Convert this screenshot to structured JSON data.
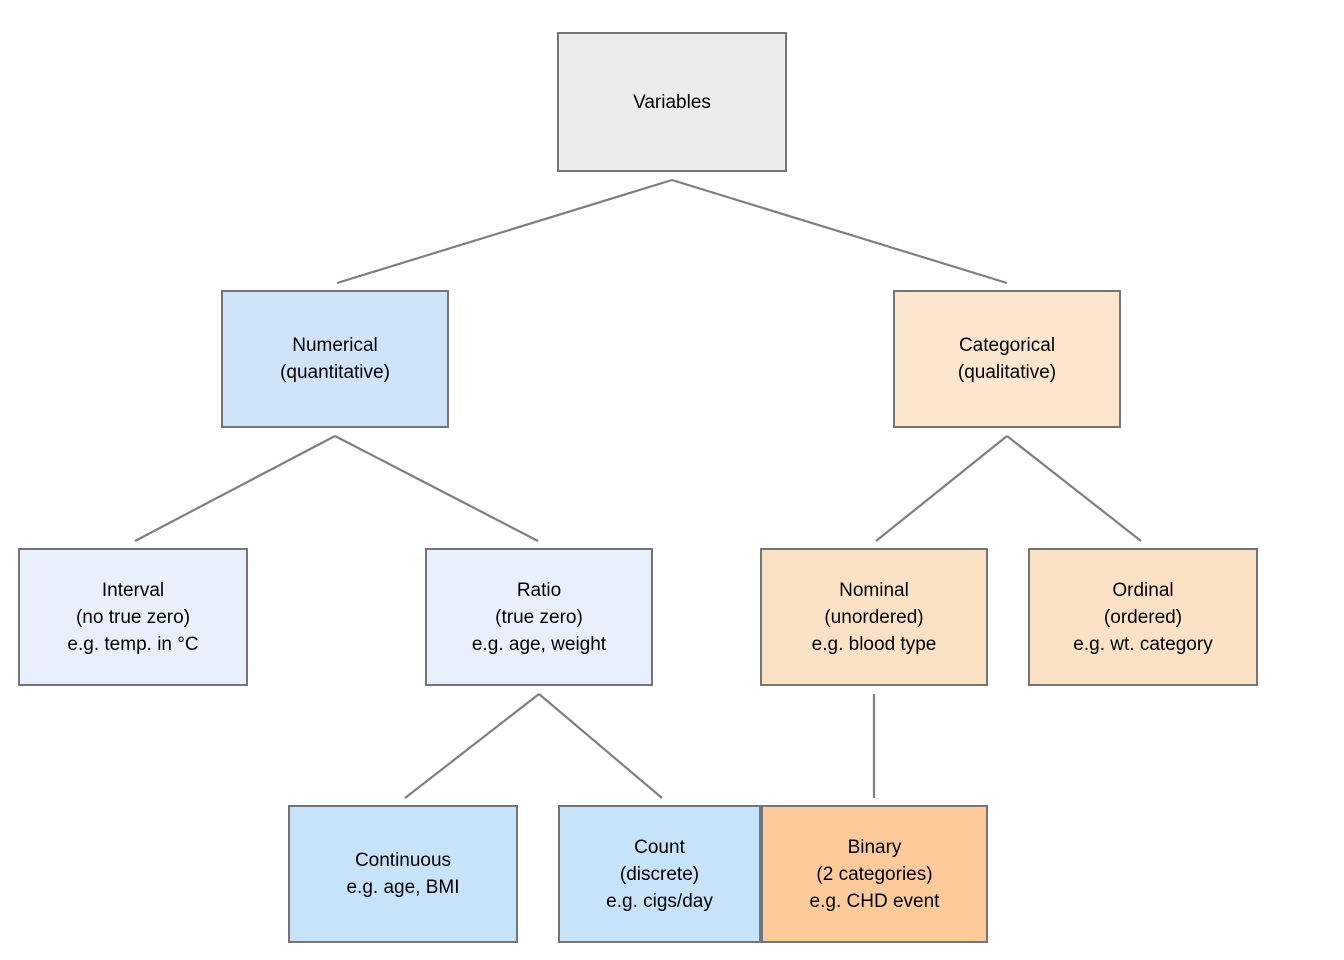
{
  "nodes": {
    "variables": {
      "lines": [
        "Variables"
      ],
      "fill": "#ececec"
    },
    "numerical": {
      "lines": [
        "Numerical",
        "(quantitative)"
      ],
      "fill": "#d0e4f9"
    },
    "categorical": {
      "lines": [
        "Categorical",
        "(qualitative)"
      ],
      "fill": "#fce6ce"
    },
    "interval": {
      "lines": [
        "Interval",
        "(no true zero)",
        "e.g. temp. in °C"
      ],
      "fill": "#e8f1fb"
    },
    "ratio": {
      "lines": [
        "Ratio",
        "(true zero)",
        "e.g. age, weight"
      ],
      "fill": "#e8f1fb"
    },
    "nominal": {
      "lines": [
        "Nominal",
        "(unordered)",
        "e.g. blood type"
      ],
      "fill": "#fbe2c4"
    },
    "ordinal": {
      "lines": [
        "Ordinal",
        "(ordered)",
        "e.g. wt. category"
      ],
      "fill": "#fbe2c4"
    },
    "continuous": {
      "lines": [
        "Continuous",
        "e.g. age, BMI"
      ],
      "fill": "#c7e3fa"
    },
    "count": {
      "lines": [
        "Count",
        "(discrete)",
        "e.g. cigs/day"
      ],
      "fill": "#c7e3fa"
    },
    "binary": {
      "lines": [
        "Binary",
        "(2 categories)",
        "e.g. CHD event"
      ],
      "fill": "#fccb99"
    }
  },
  "edges": [
    {
      "from": "variables",
      "to": "numerical"
    },
    {
      "from": "variables",
      "to": "categorical"
    },
    {
      "from": "numerical",
      "to": "interval"
    },
    {
      "from": "numerical",
      "to": "ratio"
    },
    {
      "from": "categorical",
      "to": "nominal"
    },
    {
      "from": "categorical",
      "to": "ordinal"
    },
    {
      "from": "ratio",
      "to": "continuous"
    },
    {
      "from": "ratio",
      "to": "count"
    },
    {
      "from": "nominal",
      "to": "binary"
    }
  ],
  "palette": {
    "background": "#ffffff",
    "box_border": "#757575",
    "connector": "#7f7f7f",
    "text": "#000000"
  }
}
